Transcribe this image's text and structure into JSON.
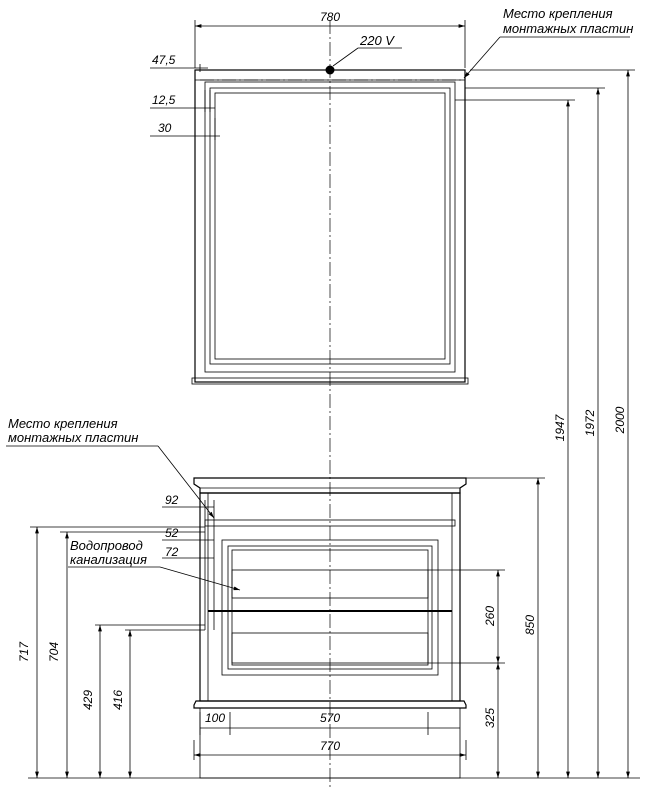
{
  "mirror": {
    "width_label": "780",
    "power_label": "220 V",
    "mount_label_line1": "Место крепления",
    "mount_label_line2": "монтажных пластин",
    "left_offset_1": "47,5",
    "left_offset_2": "12,5",
    "left_offset_3": "30"
  },
  "cabinet": {
    "mount_label_line1": "Место крепления",
    "mount_label_line2": "монтажных пластин",
    "water_label": "Водопровод",
    "drain_label": "канализация",
    "dim_92": "92",
    "dim_52": "52",
    "dim_72": "72",
    "dim_100": "100",
    "dim_570": "570",
    "dim_770": "770",
    "dim_717": "717",
    "dim_704": "704",
    "dim_429": "429",
    "dim_416": "416",
    "dim_260": "260",
    "dim_850": "850",
    "dim_325": "325"
  },
  "heights": {
    "h_1947": "1947",
    "h_1972": "1972",
    "h_2000": "2000"
  }
}
